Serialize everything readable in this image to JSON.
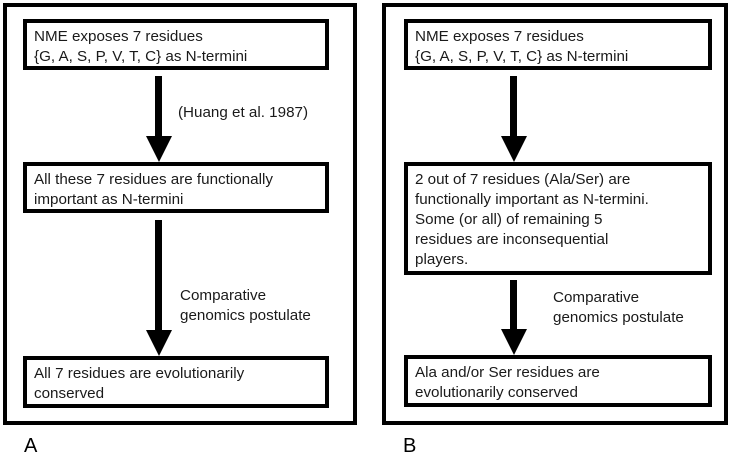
{
  "figure": {
    "background_color": "#ffffff",
    "line_color": "#000000",
    "text_color": "#1a1a1a"
  },
  "panels": [
    {
      "id": "A",
      "caption": "A",
      "boxes": [
        {
          "name": "premise",
          "text": "NME exposes 7 residues\n{G, A, S, P, V, T, C} as N-termini"
        },
        {
          "name": "inference",
          "text": "All these 7 residues are functionally\nimportant as N-termini"
        },
        {
          "name": "conclusion",
          "text": "All 7 residues are evolutionarily\nconserved"
        }
      ],
      "arrows": [
        {
          "name": "premise-to-inference",
          "label": "(Huang et al. 1987)"
        },
        {
          "name": "inference-to-conclusion",
          "label": "Comparative\ngenomics postulate"
        }
      ]
    },
    {
      "id": "B",
      "caption": "B",
      "boxes": [
        {
          "name": "premise",
          "text": "NME exposes 7 residues\n{G, A, S, P, V, T, C} as N-termini"
        },
        {
          "name": "inference",
          "text": "2 out of 7 residues (Ala/Ser) are\nfunctionally important as N-termini.\nSome (or all) of remaining 5\nresidues are inconsequential\nplayers."
        },
        {
          "name": "conclusion",
          "text": "Ala and/or Ser residues are\nevolutionarily conserved"
        }
      ],
      "arrows": [
        {
          "name": "premise-to-inference",
          "label": ""
        },
        {
          "name": "inference-to-conclusion",
          "label": "Comparative\ngenomics postulate"
        }
      ]
    }
  ]
}
